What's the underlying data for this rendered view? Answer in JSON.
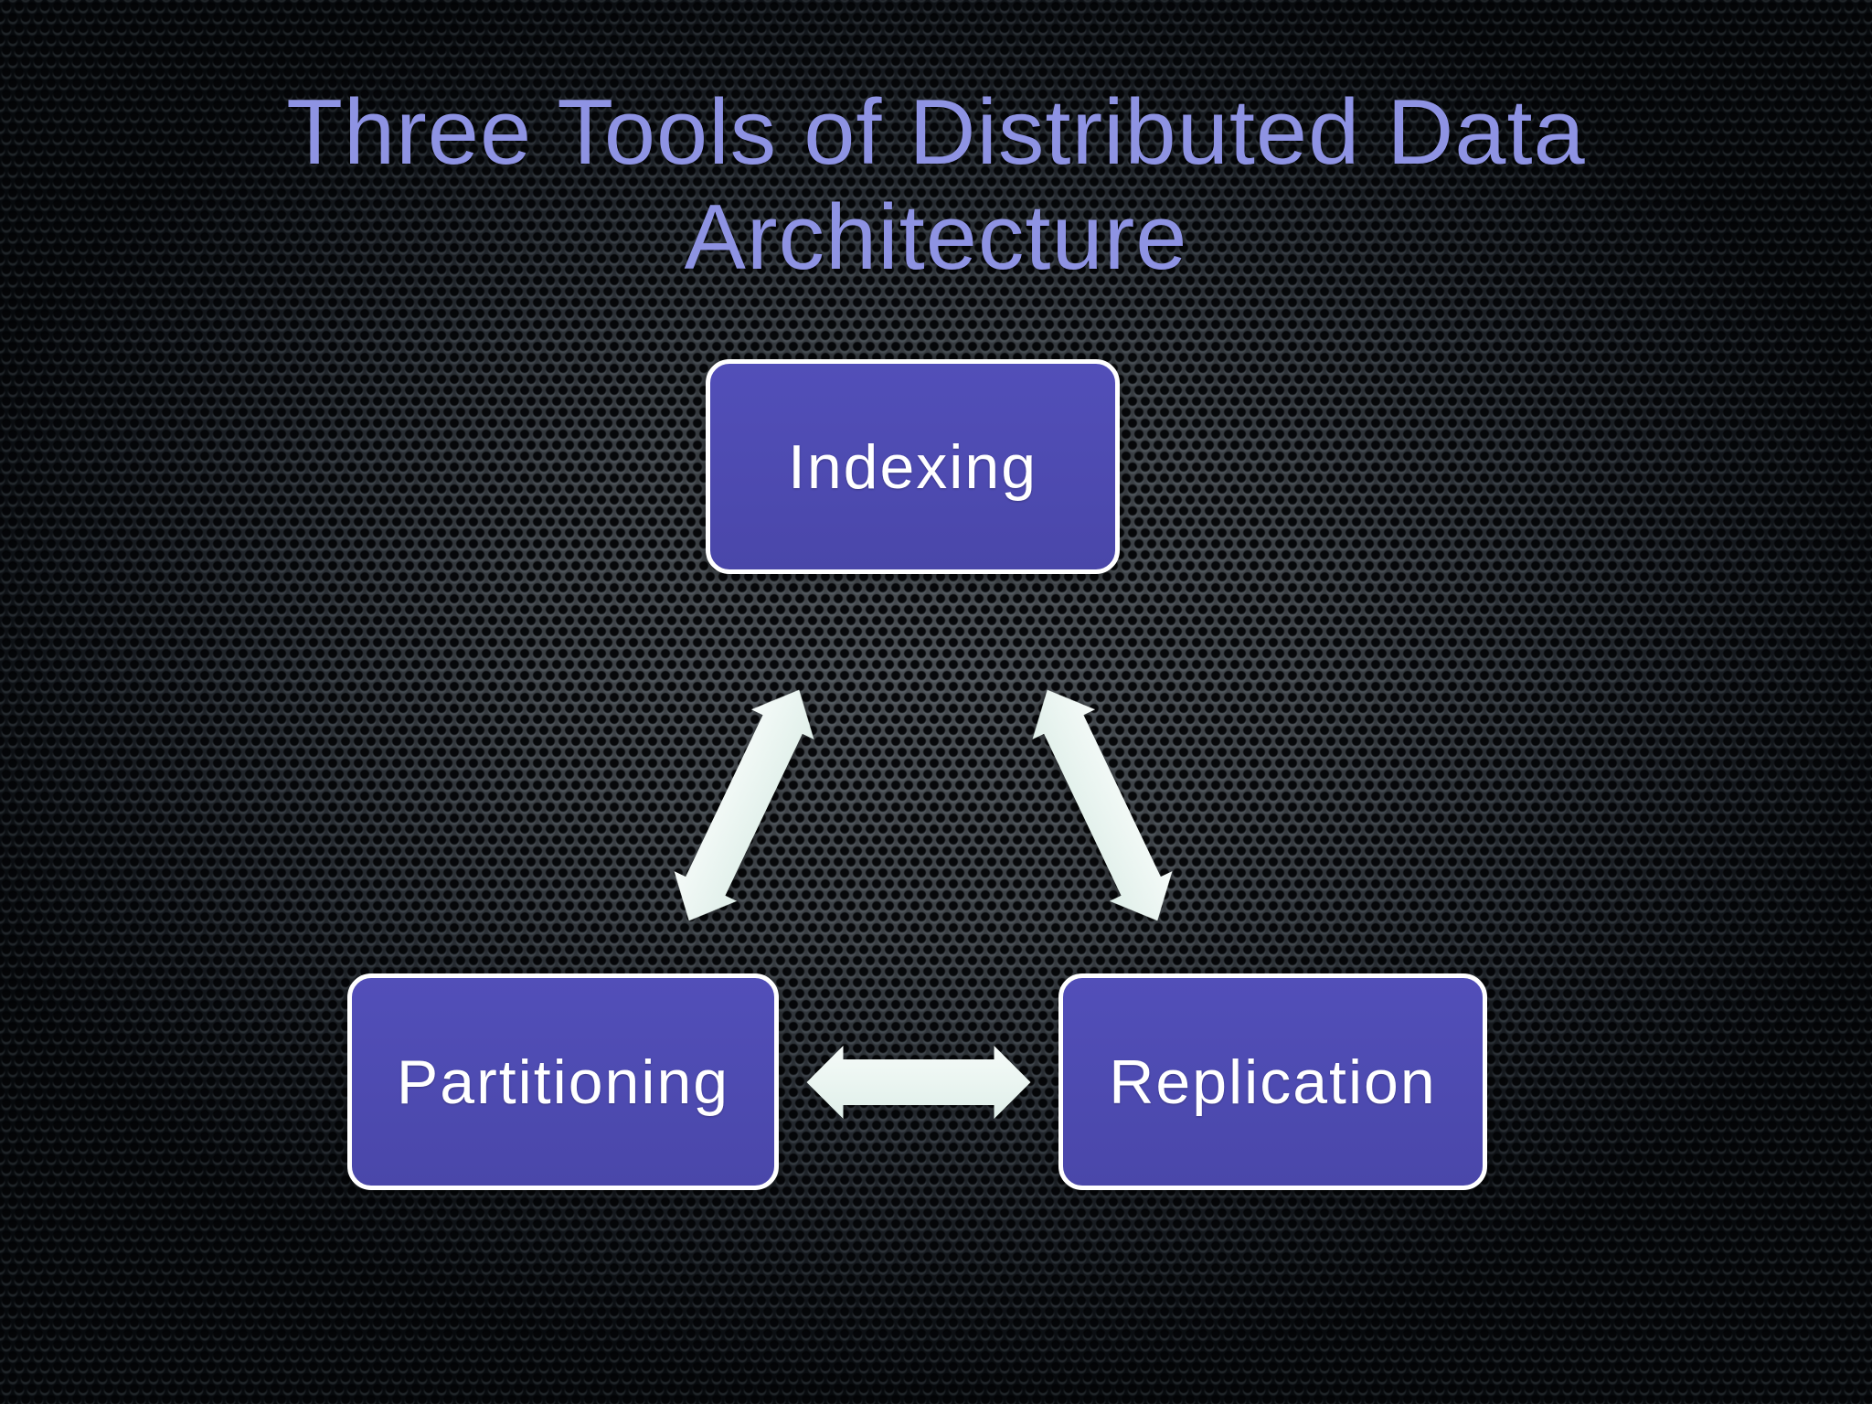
{
  "slide": {
    "title": {
      "line1": "Three Tools of Distributed Data",
      "line2": "Architecture"
    },
    "nodes": [
      {
        "id": "indexing",
        "label": "Indexing"
      },
      {
        "id": "partitioning",
        "label": "Partitioning"
      },
      {
        "id": "replication",
        "label": "Replication"
      }
    ],
    "connections": [
      {
        "from": "indexing",
        "to": "partitioning",
        "bidirectional": true
      },
      {
        "from": "indexing",
        "to": "replication",
        "bidirectional": true
      },
      {
        "from": "partitioning",
        "to": "replication",
        "bidirectional": true
      }
    ],
    "colors": {
      "node_fill": "#4c49ad",
      "node_border": "#ffffff",
      "node_text": "#ffffff",
      "title_text": "#8e93e3",
      "arrow_fill": "#e9f4ef",
      "background_base": "#070a0d",
      "background_highlight": "#484d52"
    }
  }
}
